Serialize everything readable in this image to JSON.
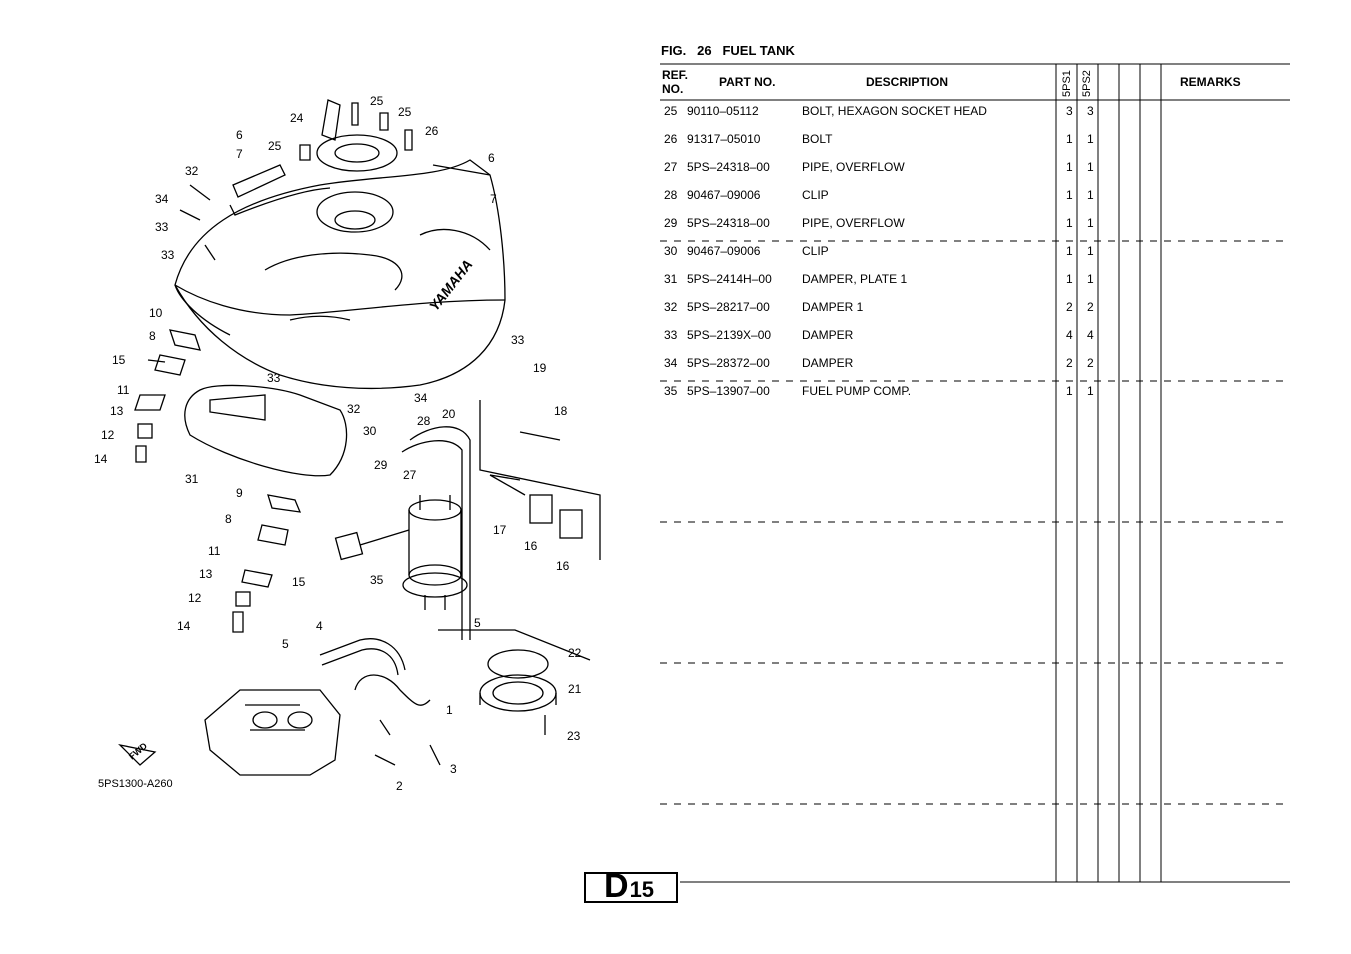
{
  "figure": {
    "prefix": "FIG.",
    "number": "26",
    "title": "FUEL TANK"
  },
  "table": {
    "headers": {
      "ref_no": "REF. NO.",
      "ref_line1": "REF.",
      "ref_line2": "NO.",
      "part_no": "PART NO.",
      "description": "DESCRIPTION",
      "model1": "5PS1",
      "model2": "5PS2",
      "remarks": "REMARKS"
    },
    "rows": [
      {
        "ref": "25",
        "part": "90110–05112",
        "desc": "BOLT, HEXAGON SOCKET HEAD",
        "q1": "3",
        "q2": "3",
        "remarks": ""
      },
      {
        "ref": "26",
        "part": "91317–05010",
        "desc": "BOLT",
        "q1": "1",
        "q2": "1",
        "remarks": ""
      },
      {
        "ref": "27",
        "part": "5PS–24318–00",
        "desc": "PIPE, OVERFLOW",
        "q1": "1",
        "q2": "1",
        "remarks": ""
      },
      {
        "ref": "28",
        "part": "90467–09006",
        "desc": "CLIP",
        "q1": "1",
        "q2": "1",
        "remarks": ""
      },
      {
        "ref": "29",
        "part": "5PS–24318–00",
        "desc": "PIPE, OVERFLOW",
        "q1": "1",
        "q2": "1",
        "remarks": ""
      },
      {
        "ref": "30",
        "part": "90467–09006",
        "desc": "CLIP",
        "q1": "1",
        "q2": "1",
        "remarks": ""
      },
      {
        "ref": "31",
        "part": "5PS–2414H–00",
        "desc": "DAMPER, PLATE 1",
        "q1": "1",
        "q2": "1",
        "remarks": ""
      },
      {
        "ref": "32",
        "part": "5PS–28217–00",
        "desc": "DAMPER 1",
        "q1": "2",
        "q2": "2",
        "remarks": ""
      },
      {
        "ref": "33",
        "part": "5PS–2139X–00",
        "desc": "DAMPER",
        "q1": "4",
        "q2": "4",
        "remarks": ""
      },
      {
        "ref": "34",
        "part": "5PS–28372–00",
        "desc": "DAMPER",
        "q1": "2",
        "q2": "2",
        "remarks": ""
      },
      {
        "ref": "35",
        "part": "5PS–13907–00",
        "desc": "FUEL PUMP COMP.",
        "q1": "1",
        "q2": "1",
        "remarks": ""
      }
    ]
  },
  "diagram": {
    "code": "5PS1300-A260",
    "brand": "YAMAHA",
    "fwd": "FWD",
    "callouts": [
      "25",
      "25",
      "24",
      "26",
      "25",
      "6",
      "7",
      "6",
      "7",
      "32",
      "34",
      "33",
      "33",
      "10",
      "8",
      "15",
      "11",
      "13",
      "12",
      "14",
      "31",
      "33",
      "32",
      "34",
      "33",
      "19",
      "18",
      "28",
      "20",
      "30",
      "29",
      "27",
      "9",
      "8",
      "11",
      "13",
      "15",
      "12",
      "14",
      "17",
      "16",
      "16",
      "35",
      "4",
      "5",
      "5",
      "22",
      "21",
      "1",
      "23",
      "3",
      "2"
    ]
  },
  "page": {
    "letter": "D",
    "number": "15"
  }
}
